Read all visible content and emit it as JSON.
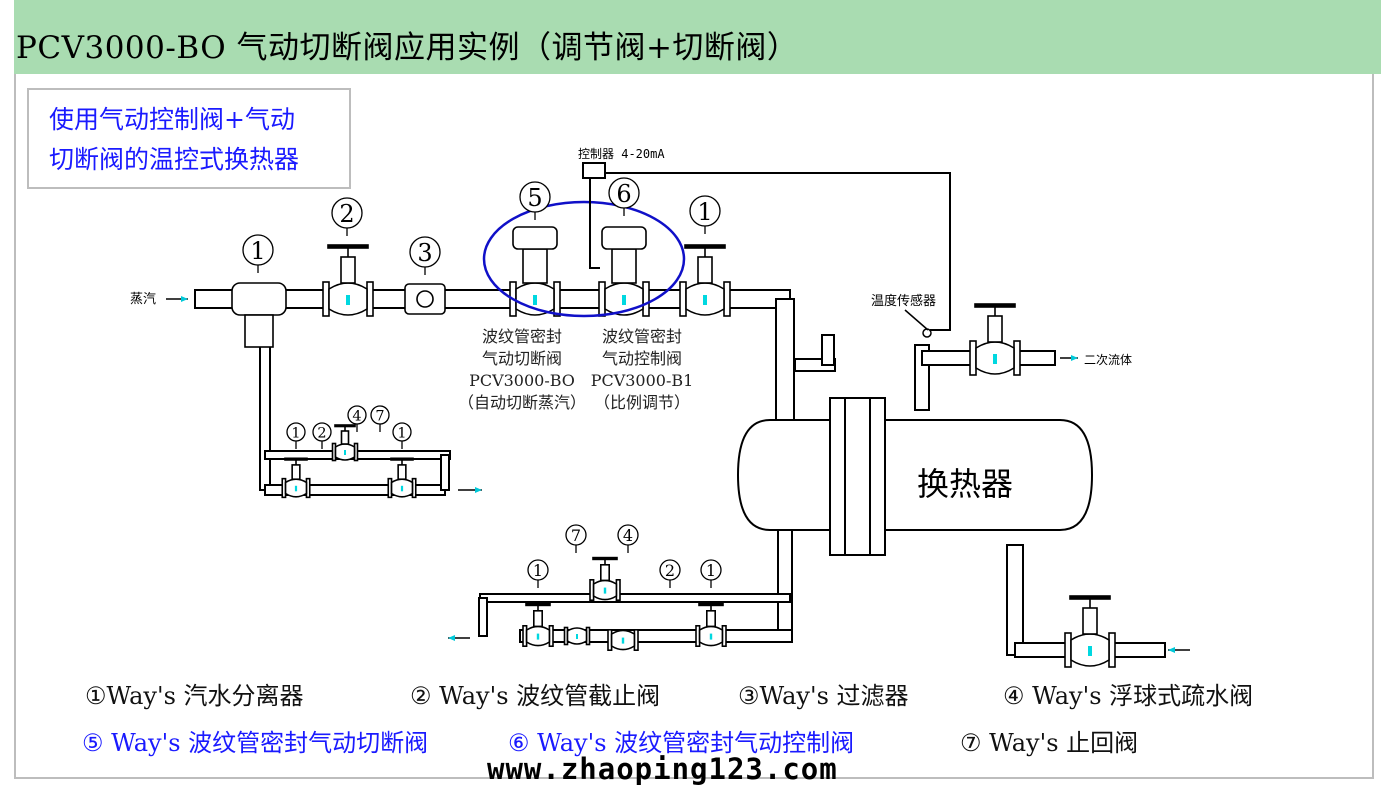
{
  "title": "PCV3000-BO  气动切断阀应用实例（调节阀+切断阀）",
  "callout": {
    "line1": "使用气动控制阀+气动",
    "line2": "切断阀的温控式换热器"
  },
  "diagram": {
    "steam_label": "蒸汽",
    "controller_label": "控制器 4-20mA",
    "temp_sensor_label": "温度传感器",
    "secondary_fluid_label": "二次流体",
    "heat_exchanger_label": "换热器",
    "valve5_caption": [
      "波纹管密封",
      "气动切断阀",
      "PCV3000-BO",
      "（自动切断蒸汽）"
    ],
    "valve6_caption": [
      "波纹管密封",
      "气动控制阀",
      "PCV3000-B1",
      "（比例调节）"
    ],
    "markers": {
      "m1": "1",
      "m2": "2",
      "m3": "3",
      "m4": "4",
      "m5": "5",
      "m6": "6",
      "m7": "7"
    }
  },
  "legend": [
    {
      "text": "①Way's 汽水分离器",
      "color": "black"
    },
    {
      "text": "② Way's 波纹管截止阀",
      "color": "black"
    },
    {
      "text": "③Way's 过滤器",
      "color": "black"
    },
    {
      "text": "④ Way's 浮球式疏水阀",
      "color": "black"
    },
    {
      "text": "⑤ Way's 波纹管密封气动切断阀",
      "color": "blue"
    },
    {
      "text": "⑥ Way's 波纹管密封气动控制阀",
      "color": "blue"
    },
    {
      "text": "⑦ Way's 止回阀",
      "color": "black"
    }
  ],
  "watermark": "www.zhaoping123.com",
  "colors": {
    "title_bg": "#a9dcb1",
    "accent_blue": "#1a1aff",
    "flow_cyan": "#00d8e0",
    "ellipse_blue": "#1010c8"
  }
}
